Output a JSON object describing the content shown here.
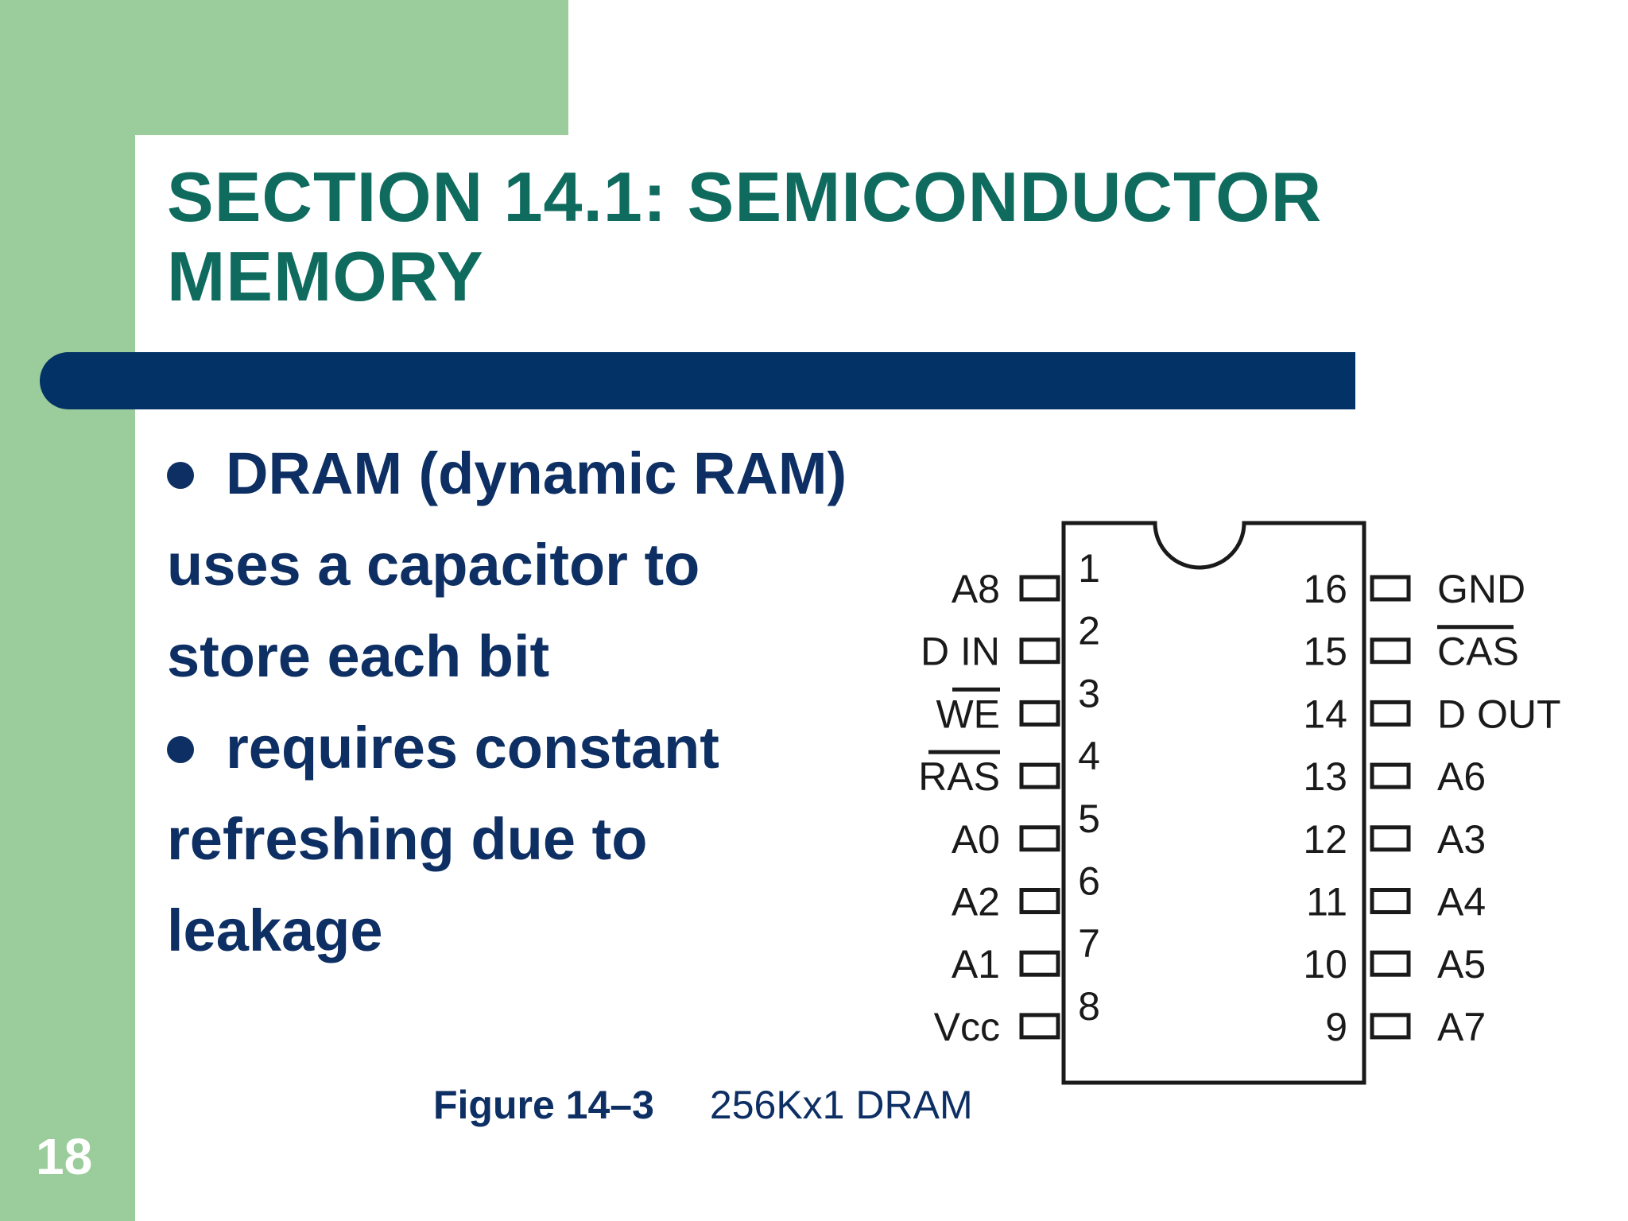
{
  "slide": {
    "title_line1": "SECTION 14.1: SEMICONDUCTOR",
    "title_line2": "MEMORY",
    "page_number": "18",
    "colors": {
      "sidebar_green": "#9bcc9b",
      "title_teal": "#0e6b5e",
      "bar_navy": "#033266",
      "text_navy": "#0d2f63"
    }
  },
  "content": {
    "bullet1_heading": "DRAM (dynamic RAM)",
    "bullet1_line2": "uses a capacitor to",
    "bullet1_line3": "store each bit",
    "bullet2_line1": "requires constant",
    "bullet2_line2": "refreshing due to",
    "bullet2_line3": "leakage"
  },
  "figure": {
    "label": "Figure 14–3",
    "caption": "256Kx1 DRAM"
  },
  "chip": {
    "left_pins": [
      {
        "number": "1",
        "name": "A8",
        "overbar": false
      },
      {
        "number": "2",
        "name": "D IN",
        "overbar": false
      },
      {
        "number": "3",
        "name": "WE",
        "overbar": true
      },
      {
        "number": "4",
        "name": "RAS",
        "overbar": true
      },
      {
        "number": "5",
        "name": "A0",
        "overbar": false
      },
      {
        "number": "6",
        "name": "A2",
        "overbar": false
      },
      {
        "number": "7",
        "name": "A1",
        "overbar": false
      },
      {
        "number": "8",
        "name": "Vcc",
        "overbar": false
      }
    ],
    "right_pins": [
      {
        "number": "16",
        "name": "GND",
        "overbar": false
      },
      {
        "number": "15",
        "name": "CAS",
        "overbar": true
      },
      {
        "number": "14",
        "name": "D OUT",
        "overbar": false
      },
      {
        "number": "13",
        "name": "A6",
        "overbar": false
      },
      {
        "number": "12",
        "name": "A3",
        "overbar": false
      },
      {
        "number": "11",
        "name": "A4",
        "overbar": false
      },
      {
        "number": "10",
        "name": "A5",
        "overbar": false
      },
      {
        "number": "9",
        "name": "A7",
        "overbar": false
      }
    ]
  }
}
